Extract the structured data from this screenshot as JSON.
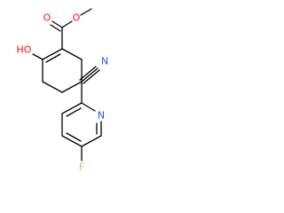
{
  "molecule": {
    "atoms": {
      "methyl_o": {
        "label": "O",
        "color": "#ff0d0d"
      },
      "carbonyl_o": {
        "label": "O",
        "color": "#ff0d0d"
      },
      "hydroxyl": {
        "label": "HO",
        "color": "#ff0d0d"
      },
      "nitrile_n": {
        "label": "N",
        "color": "#3050f8"
      },
      "pyridine_n": {
        "label": "N",
        "color": "#3050f8"
      },
      "fluorine": {
        "label": "F",
        "color": "#90e050"
      }
    },
    "bond_color": "#000000"
  }
}
